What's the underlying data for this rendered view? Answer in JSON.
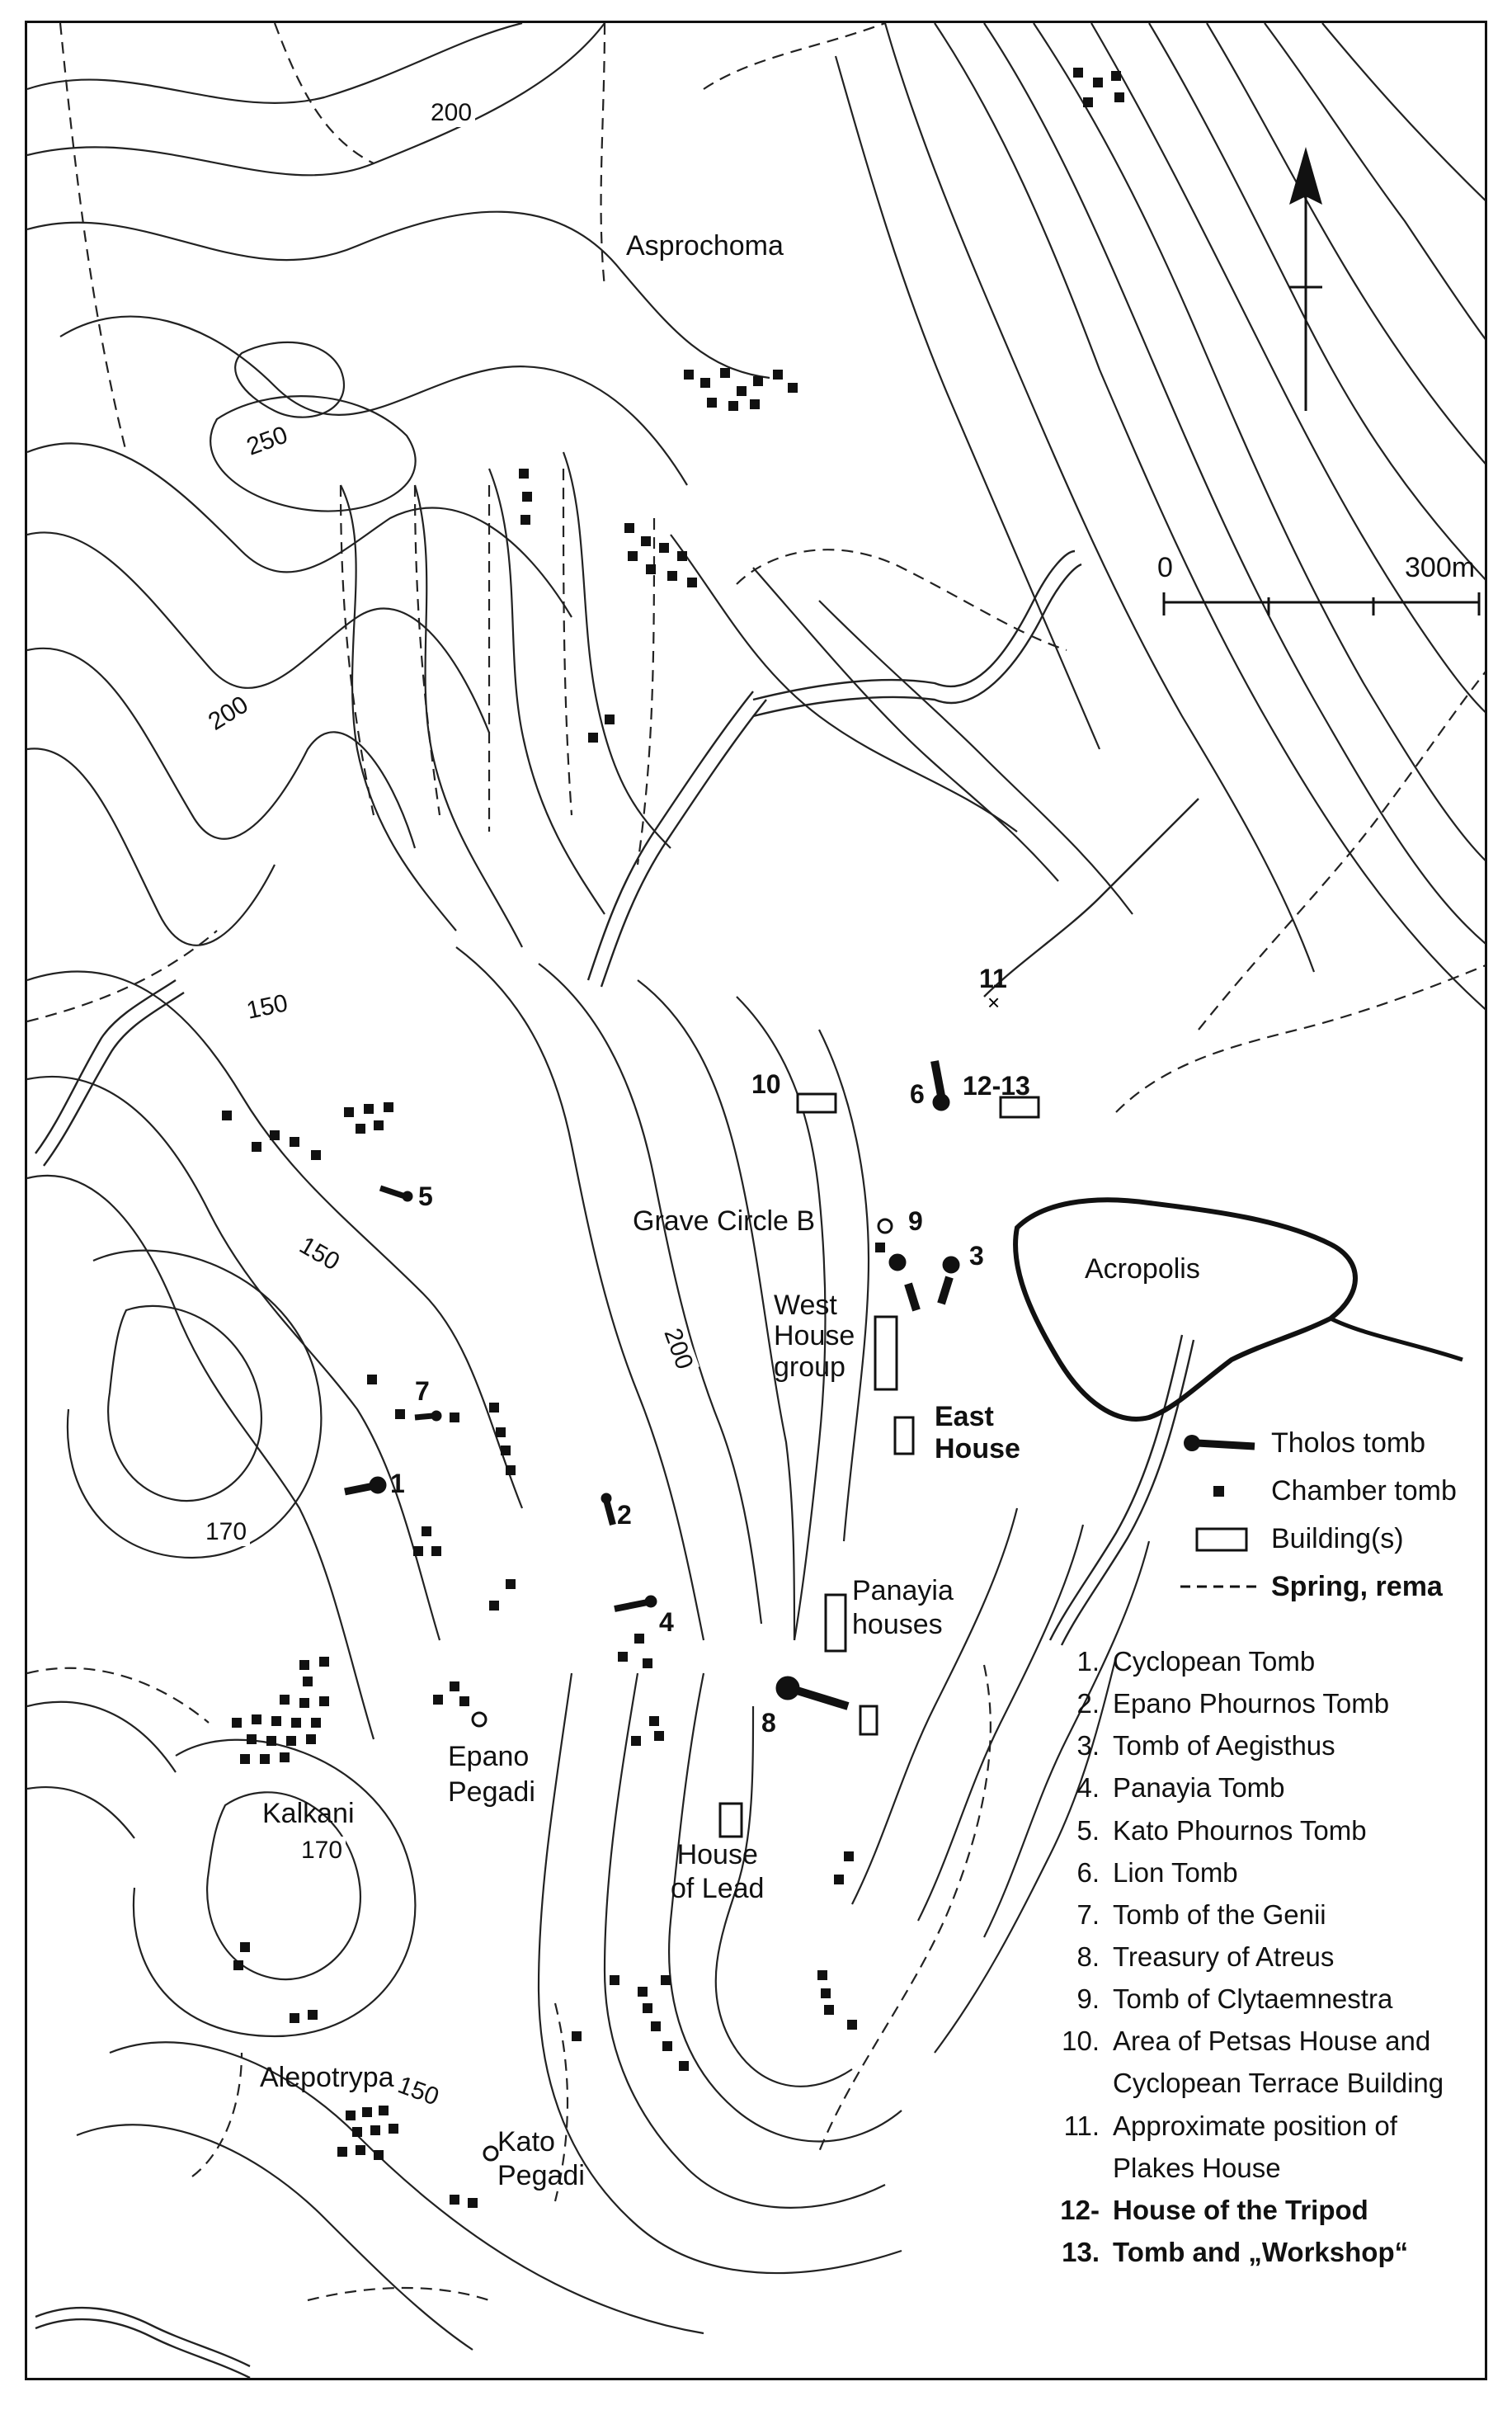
{
  "places": {
    "asprochoma": "Asprochoma",
    "grave_circle_b": "Grave Circle B",
    "acropolis": "Acropolis",
    "west_house_group": [
      "West",
      "House",
      "group"
    ],
    "east_house": [
      "East",
      "House"
    ],
    "panayia_houses": [
      "Panayia",
      "houses"
    ],
    "epano_pegadi": [
      "Epano",
      "Pegadi"
    ],
    "kalkani": "Kalkani",
    "house_of_lead": [
      "House",
      "of Lead"
    ],
    "alepotrypa": "Alepotrypa",
    "kato_pegadi": [
      "Kato",
      "Pegadi"
    ]
  },
  "elevations": [
    "200",
    "250",
    "200",
    "150",
    "150",
    "200",
    "170",
    "170",
    "150"
  ],
  "site_numbers": [
    "1",
    "2",
    "3",
    "4",
    "5",
    "6",
    "7",
    "8",
    "9",
    "10",
    "11",
    "12-13"
  ],
  "scale": {
    "start": "0",
    "end": "300m"
  },
  "legend": {
    "tholos": "Tholos tomb",
    "chamber": "Chamber tomb",
    "building": "Building(s)",
    "spring": "Spring, rema"
  },
  "key": [
    {
      "num": "1.",
      "text": [
        "Cyclopean Tomb"
      ]
    },
    {
      "num": "2.",
      "text": [
        "Epano Phournos Tomb"
      ]
    },
    {
      "num": "3.",
      "text": [
        "Tomb of Aegisthus"
      ]
    },
    {
      "num": "4.",
      "text": [
        "Panayia Tomb"
      ]
    },
    {
      "num": "5.",
      "text": [
        "Kato Phournos Tomb"
      ]
    },
    {
      "num": "6.",
      "text": [
        "Lion Tomb"
      ]
    },
    {
      "num": "7.",
      "text": [
        "Tomb of the Genii"
      ]
    },
    {
      "num": "8.",
      "text": [
        "Treasury of Atreus"
      ]
    },
    {
      "num": "9.",
      "text": [
        "Tomb of Clytaemnestra"
      ]
    },
    {
      "num": "10.",
      "text": [
        "Area of Petsas House and",
        "Cyclopean Terrace Building"
      ]
    },
    {
      "num": "11.",
      "text": [
        "Approximate position of",
        "Plakes House"
      ]
    },
    {
      "num": "12-13.",
      "text": [
        "House of the Tripod",
        "Tomb and „Workshop“"
      ],
      "bold": true
    }
  ]
}
